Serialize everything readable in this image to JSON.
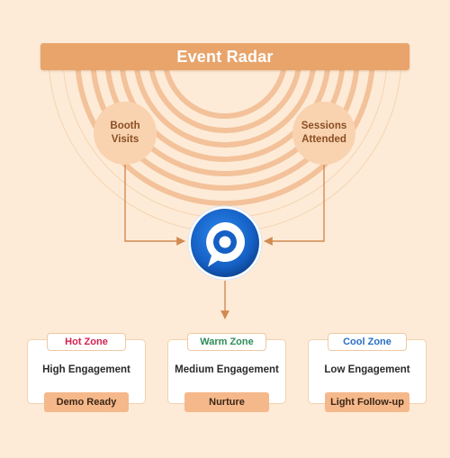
{
  "title": "Event Radar",
  "sources": [
    {
      "label_line1": "Booth",
      "label_line2": "Visits"
    },
    {
      "label_line1": "Sessions",
      "label_line2": "Attended"
    }
  ],
  "hub": {
    "icon": "pin-logo-icon"
  },
  "zones": [
    {
      "title": "Hot Zone",
      "engagement": "High Engagement",
      "action": "Demo Ready",
      "color": "#d6204e"
    },
    {
      "title": "Warm Zone",
      "engagement": "Medium Engagement",
      "action": "Nurture",
      "color": "#2e8b57"
    },
    {
      "title": "Cool Zone",
      "engagement": "Low Engagement",
      "action": "Light Follow-up",
      "color": "#2a6fc2"
    }
  ],
  "colors": {
    "background": "#fdebd7",
    "banner": "#e8a46a",
    "arrow": "#d28a52",
    "radar_arc": "#f3c29a",
    "action_box": "#f5b88a",
    "hub_blue": "#1560c4"
  }
}
